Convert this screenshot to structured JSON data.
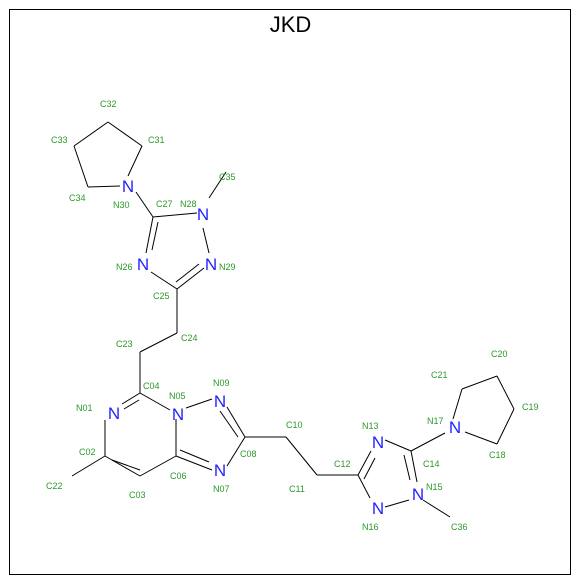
{
  "title": "JKD",
  "colors": {
    "bond": "#000000",
    "nitrogen": "#2323ff",
    "label": "#2a9a2a"
  },
  "atoms": [
    {
      "label": "C32"
    },
    {
      "label": "C33"
    },
    {
      "label": "C31"
    },
    {
      "label": "C34"
    },
    {
      "label": "N30",
      "symbol": "N"
    },
    {
      "label": "C35"
    },
    {
      "label": "C27"
    },
    {
      "label": "N28",
      "symbol": "N"
    },
    {
      "label": "N26",
      "symbol": "N"
    },
    {
      "label": "N29",
      "symbol": "N"
    },
    {
      "label": "C25"
    },
    {
      "label": "C24"
    },
    {
      "label": "C23"
    },
    {
      "label": "C04"
    },
    {
      "label": "N05",
      "symbol": "N"
    },
    {
      "label": "N09",
      "symbol": "N"
    },
    {
      "label": "N01",
      "symbol": "N"
    },
    {
      "label": "C02"
    },
    {
      "label": "C22"
    },
    {
      "label": "C03"
    },
    {
      "label": "C06"
    },
    {
      "label": "C08"
    },
    {
      "label": "N07",
      "symbol": "N"
    },
    {
      "label": "C10"
    },
    {
      "label": "C11"
    },
    {
      "label": "C12"
    },
    {
      "label": "N13",
      "symbol": "N"
    },
    {
      "label": "C14"
    },
    {
      "label": "N15",
      "symbol": "N"
    },
    {
      "label": "N16",
      "symbol": "N"
    },
    {
      "label": "C36"
    },
    {
      "label": "N17",
      "symbol": "N"
    },
    {
      "label": "C21"
    },
    {
      "label": "C20"
    },
    {
      "label": "C19"
    },
    {
      "label": "C18"
    }
  ]
}
